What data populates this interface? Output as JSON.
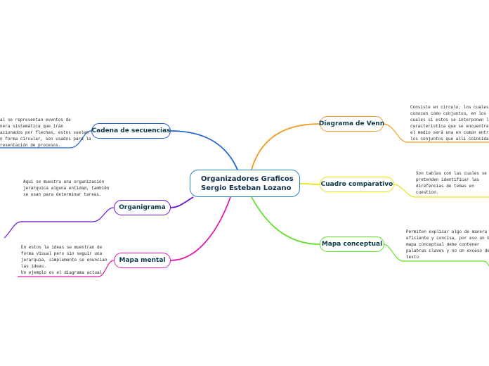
{
  "central": {
    "line1": "Organizadores Graficos",
    "line2": "Sergio Esteban Lozano"
  },
  "branches": {
    "venn": {
      "label": "Diagrama de Venn",
      "color": "#f29a1f",
      "note": "Consiste en circulo, los cuales se\nconocen como conjuntos, en los\ncuales si estos se interponen la\ncaracterística que se encuentre en\nel medio será una en común entre\nlos conjuntos que allí coincidan."
    },
    "cuadro": {
      "label": "Cuadro comparativo",
      "color": "#e3e31a",
      "note": "Son tablas con las cuales se\npretenden identificar las\ndirefencias de temas en\ncuestion."
    },
    "conceptual": {
      "label": "Mapa conceptual",
      "color": "#5fe02a",
      "note": "Permiten explicar algo de manera\neficiente y concisa, por eso un buen\nmapa conceptual debe contener\npalabras claves y no un exceso de\ntexto"
    },
    "secuencias": {
      "label": "Cadena de secuencias",
      "color": "#1e5fd6",
      "note": "al se representan eventos de\nnera sistemática que irán\nacionados por flechas, estos suelen\nn forma circular, son usados para la\nresentación de procesos."
    },
    "organigrama": {
      "label": "Organigrama",
      "color": "#6a12d6",
      "note": "Aqui se muestra una organización\njerárquica alguna entidad, también\nse usan para determinar tareas."
    },
    "mental": {
      "label": "Mapa mental",
      "color": "#e21aa8",
      "note": "En estos la ideas se muestran de\nforma visual pero sin seguir una\njerarquía, simplemente se enuncian\nlas ideas.\nUn ejemplo es el diagrama actual."
    }
  }
}
